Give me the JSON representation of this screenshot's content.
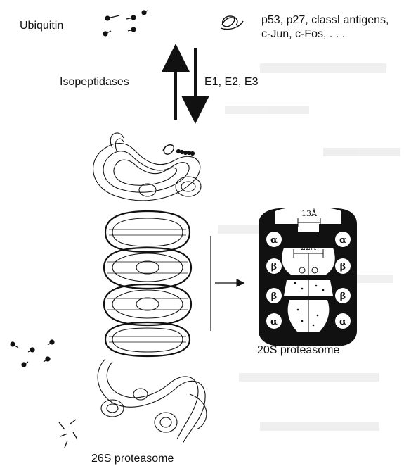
{
  "labels": {
    "ubiquitin": "Ubiquitin",
    "substrates_line1": "p53, p27, classI antigens,",
    "substrates_line2": "c-Jun, c-Fos, . . .",
    "isopeptidases": "Isopeptidases",
    "enzymes": "E1, E2, E3",
    "proteasome_20s": "20S proteasome",
    "proteasome_26s": "26S proteasome",
    "pore_top": "13Å",
    "pore_mid": "22Å",
    "ring_labels": [
      "α",
      "β",
      "β",
      "α"
    ]
  },
  "colors": {
    "ink": "#111111",
    "background": "#ffffff"
  }
}
